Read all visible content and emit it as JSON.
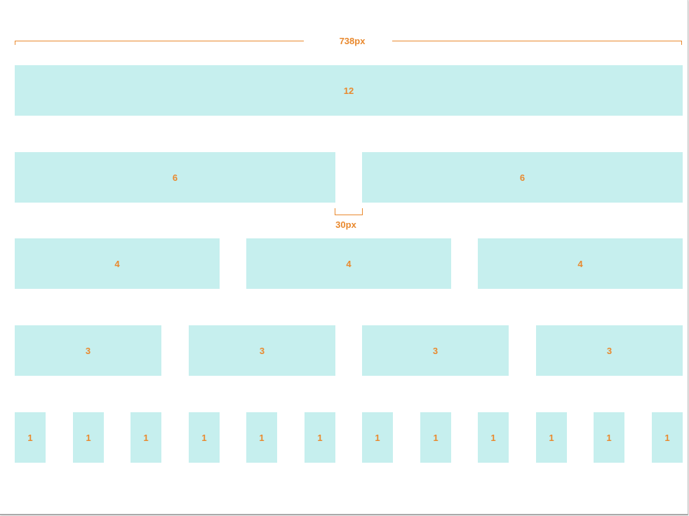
{
  "container_width_label": "738px",
  "gutter_label": "30px",
  "colors": {
    "accent": "#e9892e",
    "column_fill": "#c6efee",
    "background": "#ffffff"
  },
  "rows": [
    {
      "span": "12",
      "columns": [
        "12"
      ]
    },
    {
      "span": "6",
      "columns": [
        "6",
        "6"
      ]
    },
    {
      "span": "4",
      "columns": [
        "4",
        "4",
        "4"
      ]
    },
    {
      "span": "3",
      "columns": [
        "3",
        "3",
        "3",
        "3"
      ]
    },
    {
      "span": "1",
      "columns": [
        "1",
        "1",
        "1",
        "1",
        "1",
        "1",
        "1",
        "1",
        "1",
        "1",
        "1",
        "1"
      ]
    }
  ]
}
